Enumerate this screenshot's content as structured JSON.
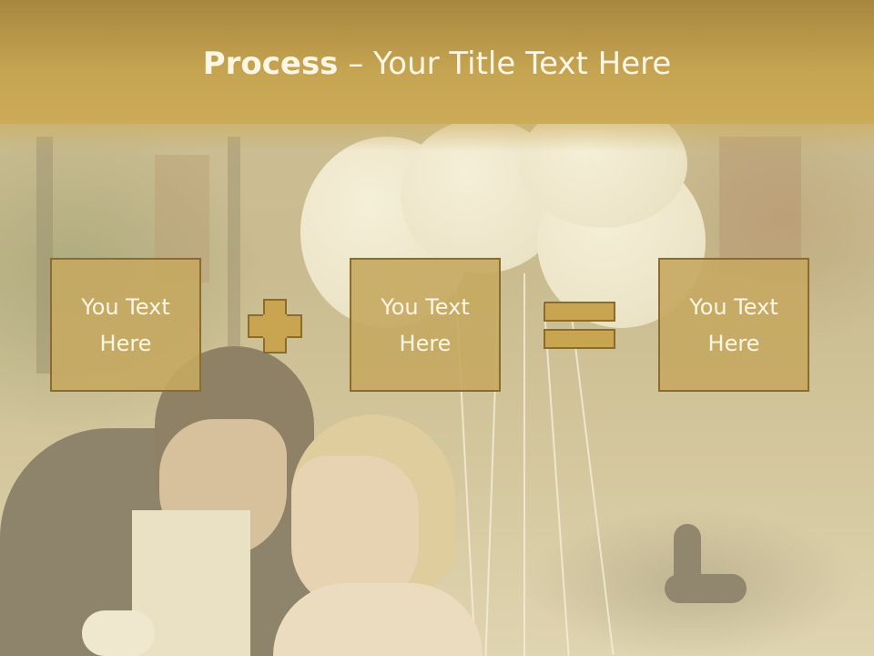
{
  "slide": {
    "title_bold": "Process",
    "title_rest": " – Your Title Text Here",
    "boxes": [
      {
        "line1": "You Text",
        "line2": "Here"
      },
      {
        "line1": "You Text",
        "line2": "Here"
      },
      {
        "line1": "You Text",
        "line2": "Here"
      }
    ],
    "operators": [
      "plus-icon",
      "equals-icon"
    ],
    "background": "wedding-couple-with-balloons-photo"
  },
  "colors": {
    "header": "#c6a552",
    "box_fill": "#c5a860",
    "box_border": "#8a6d2c",
    "text": "#fdf6e4"
  }
}
